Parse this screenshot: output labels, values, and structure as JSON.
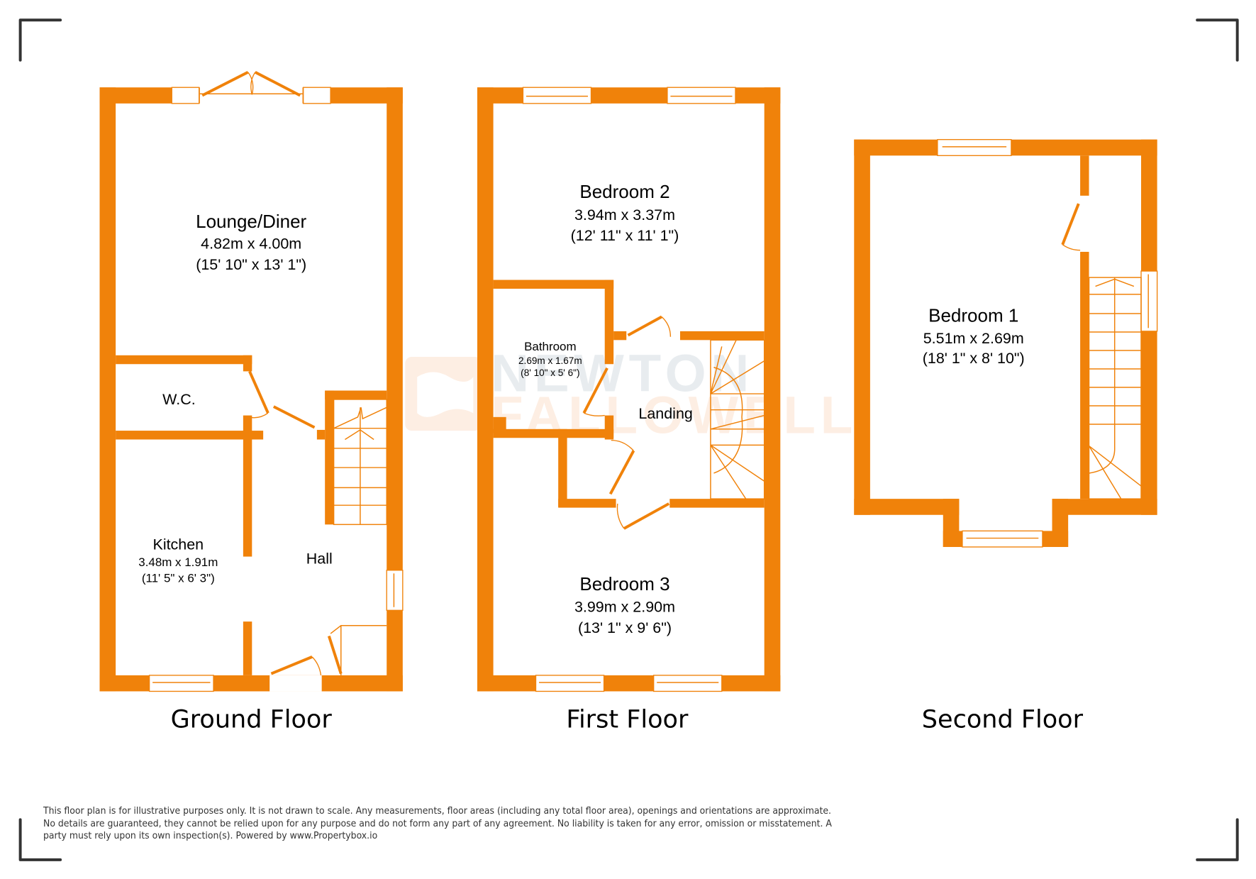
{
  "watermark": {
    "line1": "NEWTON",
    "line2": "FALLOWELL"
  },
  "colors": {
    "wall": "#f0820a",
    "corner_marks": "#333333",
    "text": "#000000",
    "watermark_grey": "#e8ecef",
    "watermark_orange": "#fdeee3"
  },
  "floors": [
    {
      "label": "Ground Floor",
      "rooms": [
        {
          "name": "Lounge/Diner",
          "dim_m": "4.82m x 4.00m",
          "dim_ft": "(15' 10\" x 13' 1\")"
        },
        {
          "name": "W.C."
        },
        {
          "name": "Kitchen",
          "dim_m": "3.48m x 1.91m",
          "dim_ft": "(11' 5\" x 6' 3\")"
        },
        {
          "name": "Hall"
        }
      ]
    },
    {
      "label": "First Floor",
      "rooms": [
        {
          "name": "Bedroom 2",
          "dim_m": "3.94m x 3.37m",
          "dim_ft": "(12' 11\" x 11' 1\")"
        },
        {
          "name": "Bathroom",
          "dim_m": "2.69m x 1.67m",
          "dim_ft": "(8' 10\" x 5' 6\")"
        },
        {
          "name": "Landing"
        },
        {
          "name": "Bedroom 3",
          "dim_m": "3.99m x 2.90m",
          "dim_ft": "(13' 1\" x 9' 6\")"
        }
      ]
    },
    {
      "label": "Second Floor",
      "rooms": [
        {
          "name": "Bedroom 1",
          "dim_m": "5.51m x 2.69m",
          "dim_ft": "(18' 1\" x 8' 10\")"
        }
      ]
    }
  ],
  "disclaimer": "This floor plan is for illustrative purposes only. It is not drawn to scale. Any measurements, floor areas (including any total floor area), openings and orientations are approximate. No details are guaranteed, they cannot be relied upon for any purpose and do not form any part of any agreement. No liability is taken for any error, omission or misstatement. A party must rely upon its own inspection(s). Powered by www.Propertybox.io"
}
